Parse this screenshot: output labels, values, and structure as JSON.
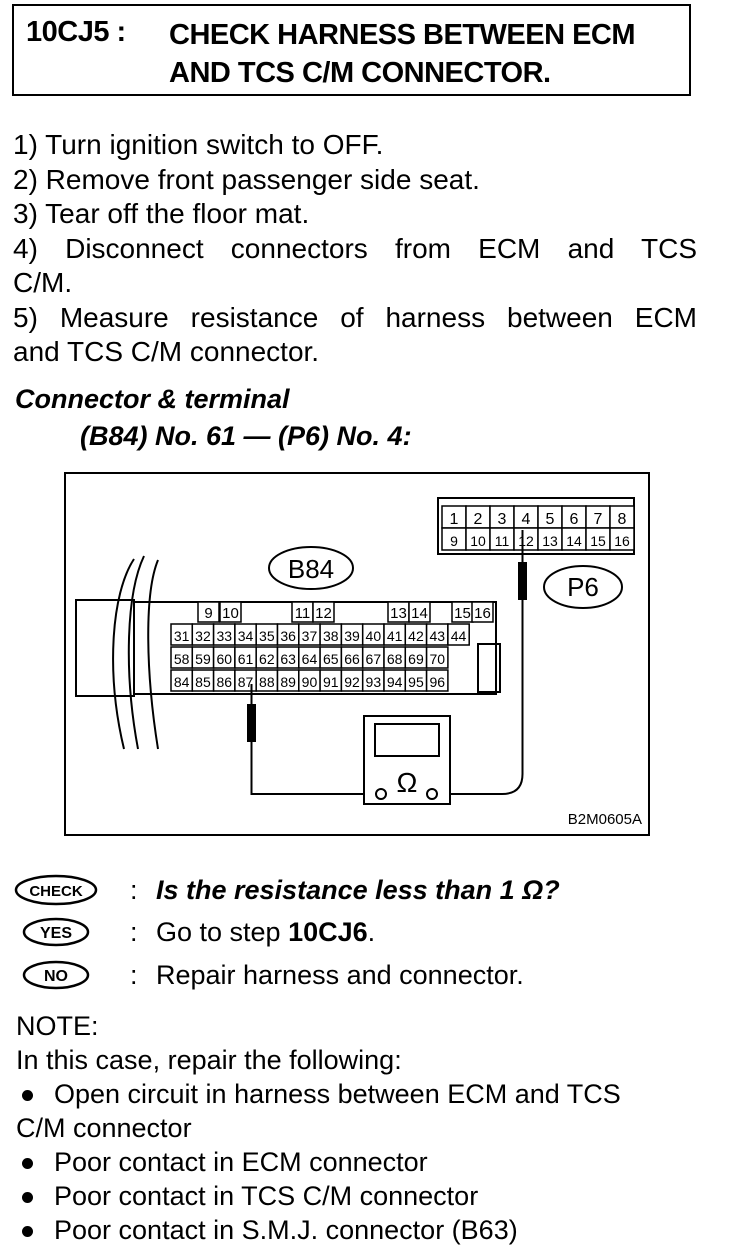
{
  "header": {
    "step_id": "10CJ5 :",
    "title_line1": "CHECK HARNESS BETWEEN ECM",
    "title_line2": "AND TCS C/M CONNECTOR."
  },
  "steps": [
    "1) Turn ignition switch to OFF.",
    "2) Remove front passenger side seat.",
    "3) Tear off the floor mat.",
    "4) Disconnect connectors from ECM and TCS",
    "C/M.",
    "5) Measure resistance of harness between ECM",
    "and TCS C/M connector."
  ],
  "connector_terminal": {
    "title": "Connector & terminal",
    "value": "(B84) No. 61 — (P6) No. 4:"
  },
  "diagram": {
    "b84_label": "B84",
    "p6_label": "P6",
    "figure_code": "B2M0605A",
    "ohm_symbol": "Ω",
    "p6_row1": [
      "1",
      "2",
      "3",
      "4",
      "5",
      "6",
      "7",
      "8"
    ],
    "p6_row2": [
      "9",
      "10",
      "11",
      "12",
      "13",
      "14",
      "15",
      "16"
    ],
    "b84_row1": [
      "9",
      "10",
      "11",
      "12",
      "13",
      "14",
      "15",
      "16"
    ],
    "b84_row2": [
      "31",
      "32",
      "33",
      "34",
      "35",
      "36",
      "37",
      "38",
      "39",
      "40",
      "41",
      "42",
      "43",
      "44"
    ],
    "b84_row3": [
      "58",
      "59",
      "60",
      "61",
      "62",
      "63",
      "64",
      "65",
      "66",
      "67",
      "68",
      "69",
      "70"
    ],
    "b84_row4": [
      "84",
      "85",
      "86",
      "87",
      "88",
      "89",
      "90",
      "91",
      "92",
      "93",
      "94",
      "95",
      "96"
    ]
  },
  "checks": {
    "check_badge": "CHECK",
    "yes_badge": "YES",
    "no_badge": "NO",
    "colon": ":",
    "question": "Is the resistance less than 1 Ω?",
    "yes_text_prefix": "Go to step ",
    "yes_step": "10CJ6",
    "yes_text_suffix": ".",
    "no_text": "Repair harness and connector."
  },
  "note": {
    "title": "NOTE:",
    "intro": "In this case, repair the following:",
    "items": [
      "Open circuit in harness between ECM and TCS",
      "Poor contact in ECM connector",
      "Poor contact in TCS C/M connector",
      "Poor contact in S.M.J. connector (B63)"
    ],
    "item1_cont": "C/M connector"
  }
}
